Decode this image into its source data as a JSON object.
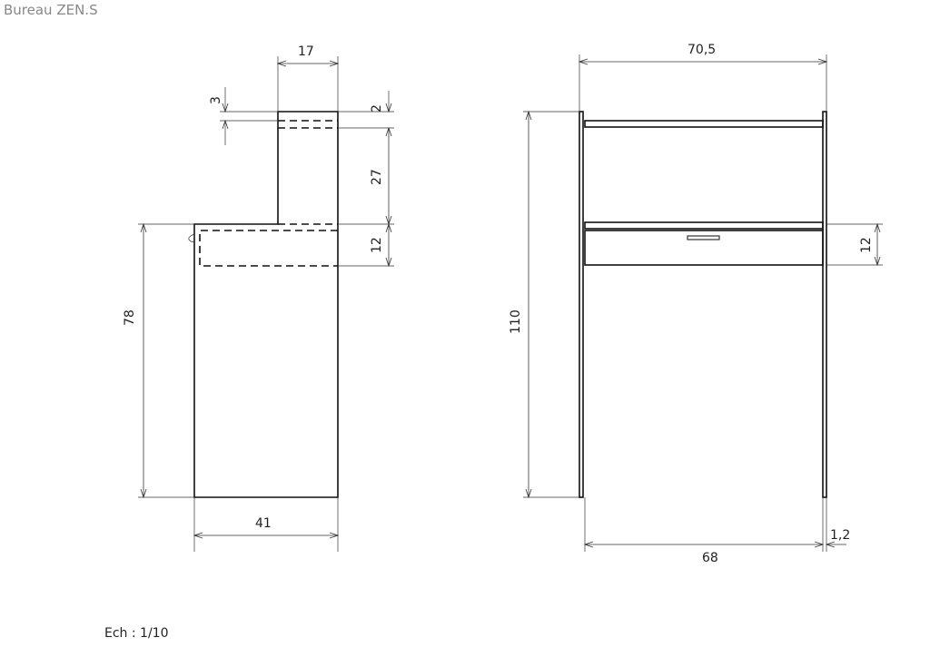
{
  "title": "Bureau ZEN.S",
  "scale": "Ech : 1/10",
  "side_view": {
    "dimensions": {
      "top_depth": "17",
      "top_gap": "3",
      "shelf_thickness": "2",
      "upper_height": "27",
      "drawer_height": "12",
      "desk_height": "78",
      "depth": "41"
    }
  },
  "front_view": {
    "dimensions": {
      "total_width": "70,5",
      "total_height": "110",
      "drawer_height": "12",
      "inner_width": "68",
      "panel_thickness": "1,2"
    }
  },
  "colors": {
    "line": "#111111",
    "background": "#ffffff"
  }
}
